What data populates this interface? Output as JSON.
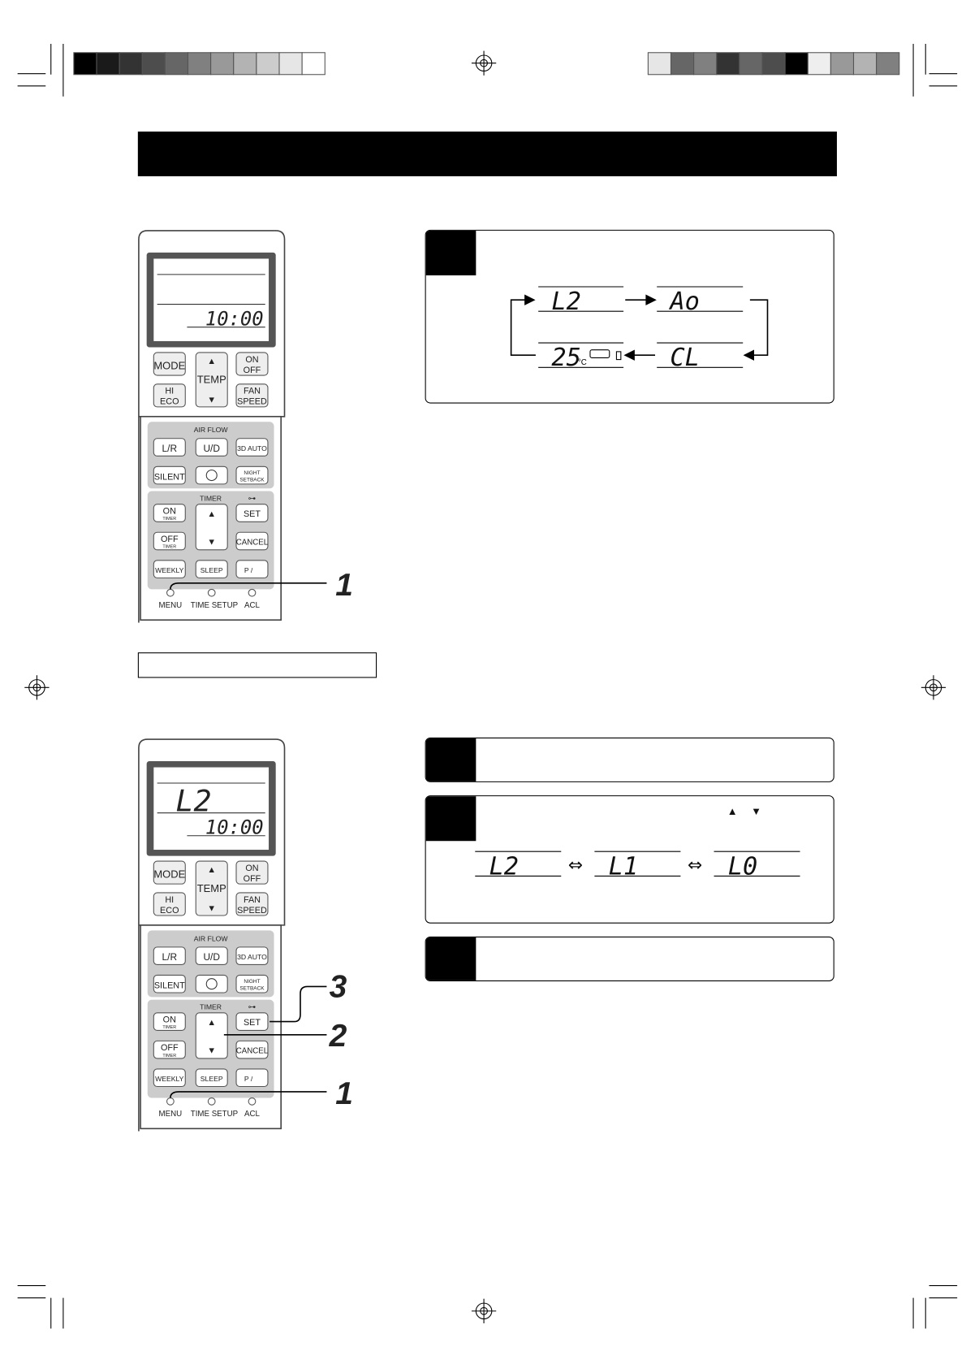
{
  "remote_top": {
    "display_time": "10:00",
    "buttons": {
      "mode": "MODE",
      "temp": "TEMP",
      "on_off": "ON\nOFF",
      "hi_eco": "HI\nECO",
      "fan_speed": "FAN\nSPEED",
      "air_flow": "AIR FLOW",
      "lr": "L/R",
      "ud": "U/D",
      "auto3d": "3D AUTO",
      "silent": "SILENT",
      "night": "NIGHT\nSETBACK",
      "timer": "TIMER",
      "on_timer": "ON",
      "on_timer_sub": "TIMER",
      "off_timer": "OFF",
      "off_timer_sub": "TIMER",
      "set": "SET",
      "cancel": "CANCEL",
      "weekly": "WEEKLY",
      "sleep": "SLEEP",
      "pwifi": "P / ",
      "menu": "MENU",
      "time_setup": "TIME SETUP",
      "acl": "ACL"
    },
    "callouts": [
      "1"
    ]
  },
  "remote_bottom": {
    "display_top": "L2",
    "display_time": "10:00",
    "callouts": [
      "3",
      "2",
      "1"
    ]
  },
  "cycle_diagram": {
    "items": [
      "L2",
      "Ao",
      "CL",
      "25"
    ],
    "temp_unit": "°C"
  },
  "level_diagram": {
    "arrows_label": "▲ ▼",
    "items": [
      "L2",
      "L1",
      "L0"
    ],
    "separator": "⇔"
  }
}
